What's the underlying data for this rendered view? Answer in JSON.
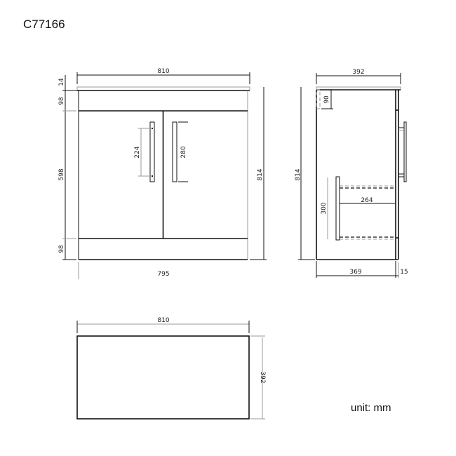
{
  "product_code": "C77166",
  "unit_label": "unit: mm",
  "front_view": {
    "overall_width_top": "810",
    "base_width": "795",
    "overall_height": "814",
    "top_thickness": "14",
    "upper_rail": "98",
    "door_height": "598",
    "plinth": "98",
    "handle_hole_centres": "224",
    "handle_length": "280"
  },
  "side_view": {
    "overall_depth": "392",
    "overall_height": "814",
    "top_recess": "90",
    "body_depth": "369",
    "door_thickness": "15",
    "cutout_height": "300",
    "cutout_depth": "264"
  },
  "top_view": {
    "width": "810",
    "depth": "392"
  }
}
